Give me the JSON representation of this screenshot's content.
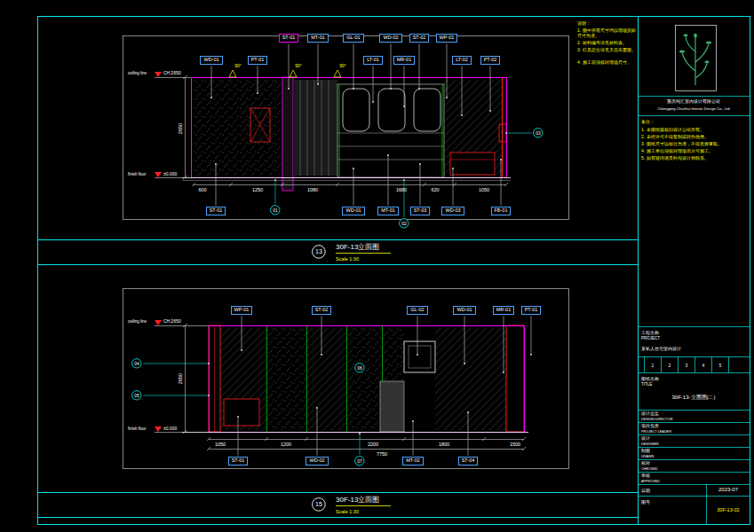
{
  "diagram": {
    "nodes": [
      {
        "text": [
          "13"
        ]
      },
      {
        "text": [
          "15"
        ]
      },
      {
        "text": [
          "01"
        ]
      },
      {
        "text": [
          "02"
        ]
      },
      {
        "text": [
          "03"
        ]
      },
      {
        "text": [
          "04"
        ]
      },
      {
        "text": [
          "05"
        ]
      },
      {
        "text": [
          "06"
        ]
      },
      {
        "text": [
          "07"
        ]
      },
      {
        "text": [
          "ST-01"
        ]
      },
      {
        "text": [
          "WD-01"
        ]
      },
      {
        "text": [
          "PT-01"
        ]
      },
      {
        "text": [
          "MT-01"
        ]
      },
      {
        "text": [
          "GL-01"
        ]
      },
      {
        "text": [
          "LT-01"
        ]
      },
      {
        "text": [
          "WD-02"
        ]
      },
      {
        "text": [
          "MR-01"
        ]
      },
      {
        "text": [
          "ST-02"
        ]
      },
      {
        "text": [
          "WP-01"
        ]
      },
      {
        "text": [
          "LT-02"
        ]
      },
      {
        "text": [
          "PT-02"
        ]
      },
      {
        "text": [
          "ST-01"
        ]
      },
      {
        "text": [
          "WD-01"
        ]
      },
      {
        "text": [
          "MT-01"
        ]
      },
      {
        "text": [
          "ST-03"
        ]
      },
      {
        "text": [
          "WD-03"
        ]
      },
      {
        "text": [
          "FB-01"
        ]
      },
      {
        "text": [
          "WP-01"
        ]
      },
      {
        "text": [
          "ST-02"
        ]
      },
      {
        "text": [
          "GL-02"
        ]
      },
      {
        "text": [
          "WD-01"
        ]
      },
      {
        "text": [
          "MR-01"
        ]
      },
      {
        "text": [
          "PT-01"
        ]
      },
      {
        "text": [
          "ST-01"
        ]
      },
      {
        "text": [
          "WD-02"
        ]
      },
      {
        "text": [
          "MT-02"
        ]
      },
      {
        "text": [
          "ST-04"
        ]
      }
    ],
    "labels": [
      "30F-13立面图",
      "Scale 1:30",
      "30F-13立面图",
      "Scale 1:30",
      "ceiling line",
      "CH:2650",
      "finish floor",
      "±0.000",
      "2650",
      "600",
      "1250",
      "1080",
      "1680",
      "620",
      "1050",
      "90°",
      "90°",
      "90°",
      "ceiling line",
      "CH:2650",
      "finish floor",
      "±0.000",
      "2650",
      "1050",
      "1200",
      "2200",
      "1800",
      "1500",
      "7750",
      "说明：",
      "1. 图中所有尺寸均以现场实际尺寸为准。",
      "2. 材料编号详见材料表。",
      "3. 灯具定位详见天花布置图。",
      "4. 施工前须核对现场尺寸。",
      "重庆纯汇室内设计有限公司",
      "Chongqing Chunhui Interior Design Co., Ltd",
      "备注：",
      "1. 本图纸版权归设计公司所有。",
      "2. 未经许可不得复制或转作他用。",
      "3. 图纸尺寸以标注为准，不得直接量取。",
      "4. 施工单位须核对现场后方可施工。",
      "5. 如有疑问请及时与设计师联系。",
      "工程名称",
      "PROJECT",
      "某私人住宅室内设计",
      "1",
      "2",
      "3",
      "4",
      "5",
      "图纸名称",
      "TITLE",
      "30F-13-立面图(二)",
      "设计总监",
      "DESIGN DIRECTOR",
      "项目负责",
      "PROJECT LEADER",
      "设计",
      "DESIGNER",
      "制图",
      "DRAWN",
      "校对",
      "CHECKED",
      "审核",
      "APPROVED",
      "日期",
      "2023-07",
      "图号",
      "30F-13-02"
    ]
  }
}
